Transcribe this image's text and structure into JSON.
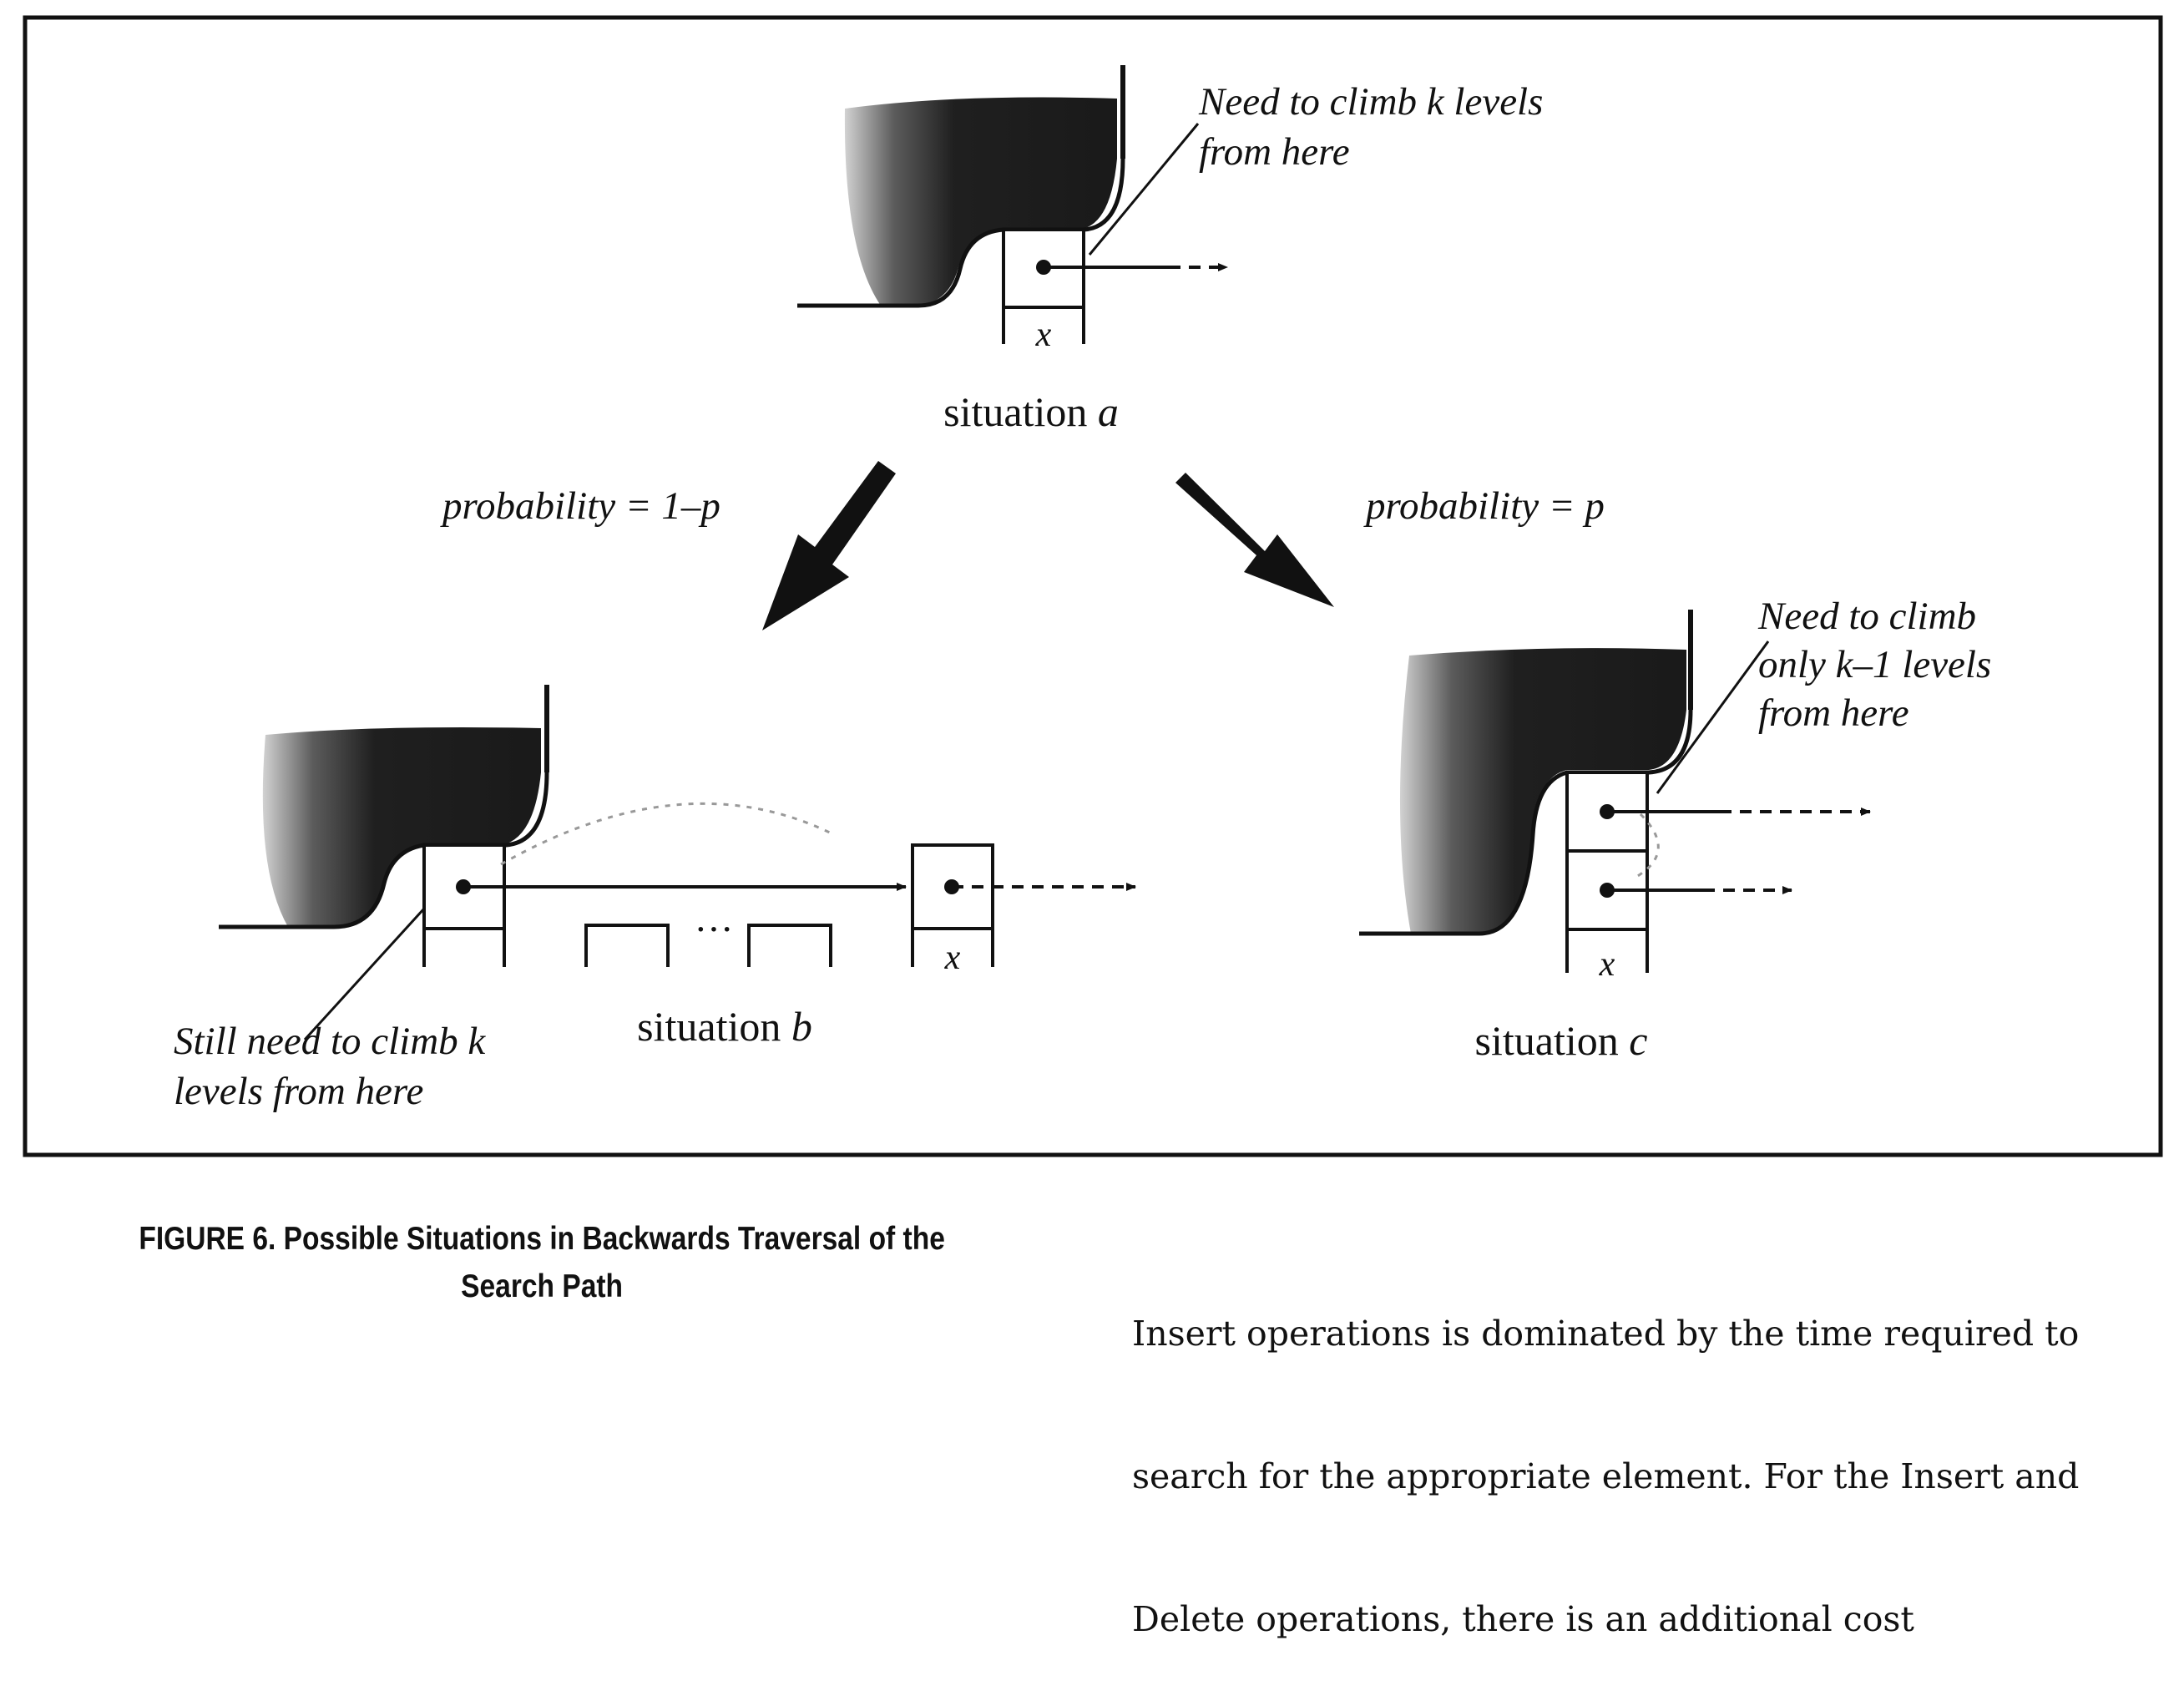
{
  "figure": {
    "situation_a": {
      "prefix": "situation ",
      "letter": "a",
      "note_line1": "Need to climb k levels",
      "note_line2": "from here",
      "node_label": "x"
    },
    "branch_left": {
      "prefix": "probability = 1",
      "minus": "–",
      "var": "p"
    },
    "branch_right": {
      "prefix": "probability = ",
      "var": "p"
    },
    "situation_b": {
      "prefix": "situation ",
      "letter": "b",
      "note_line1": "Still need to climb k",
      "note_line2": "levels from here",
      "ellipsis": "···",
      "node_label": "x"
    },
    "situation_c": {
      "prefix": "situation ",
      "letter": "c",
      "note_line1": "Need to climb",
      "note_line2": "only k–1 levels",
      "note_line3": "from here",
      "node_label": "x"
    }
  },
  "caption": {
    "line1": "FIGURE 6.   Possible Situations in Backwards Traversal of the",
    "line2": "Search Path"
  },
  "body_text": {
    "line1": "Insert operations is dominated by the time required to",
    "line2": "search for the appropriate element. For the Insert and",
    "line3": "Delete operations, there is an additional cost"
  }
}
